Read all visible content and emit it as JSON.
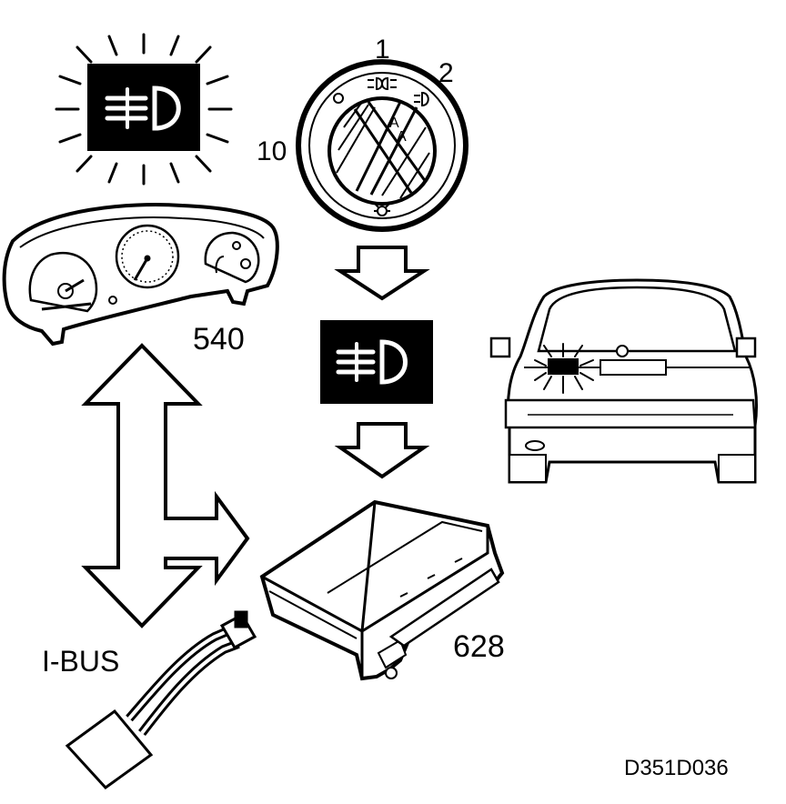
{
  "labels": {
    "instrument_cluster": "540",
    "control_module": "628",
    "bus": "I-BUS",
    "figure_code": "D351D036"
  },
  "light_switch": {
    "positions": [
      "1",
      "2",
      "10"
    ]
  },
  "icons": {
    "warning_lamp": "rear-fog-lamp-icon",
    "indicator": "rear-fog-lamp-icon",
    "rear_lamp": "lit-rear-fog-lamp"
  },
  "colors": {
    "ink": "#000000",
    "paper": "#ffffff"
  }
}
